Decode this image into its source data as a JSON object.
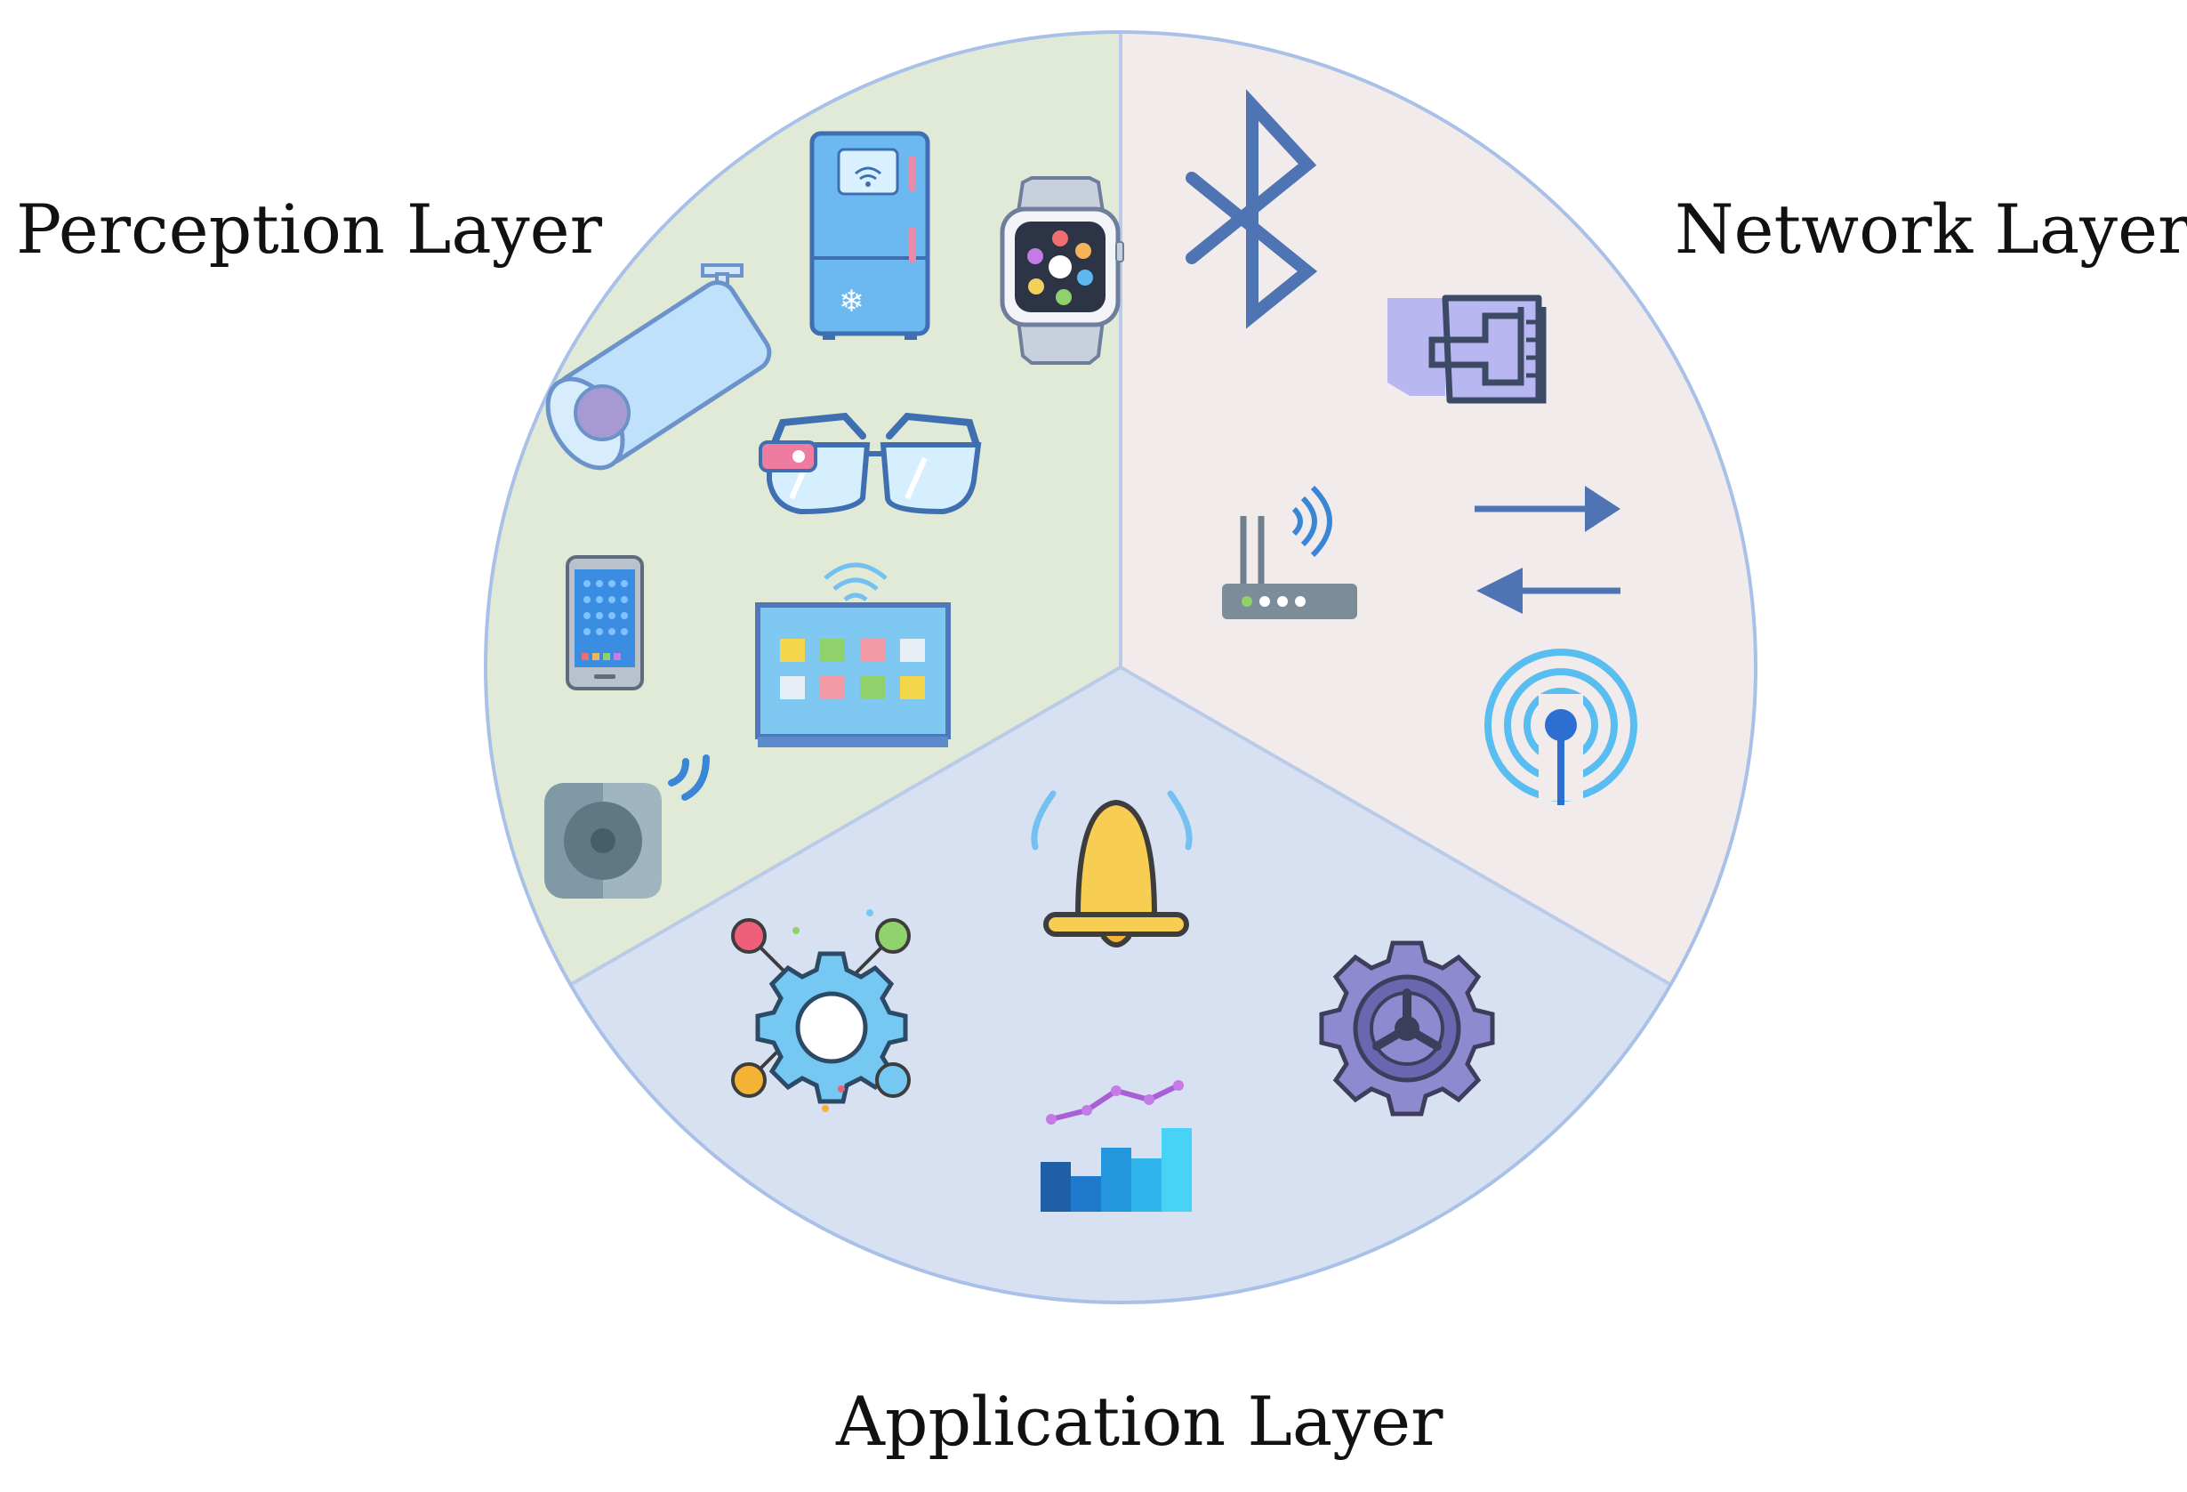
{
  "labels": {
    "perception": "Perception Layer",
    "network": "Network Layer",
    "application": "Application Layer"
  },
  "colors": {
    "perception_fill": "#e1ead7",
    "network_fill": "#f2ebeb",
    "application_fill": "#d7e1f1",
    "circle_border": "#a9c0e8"
  },
  "sections": {
    "perception": {
      "icons": [
        "security-camera-icon",
        "smart-fridge-icon",
        "smartwatch-icon",
        "smart-glasses-icon",
        "smartphone-icon",
        "smart-tv-icon",
        "smart-speaker-icon"
      ]
    },
    "network": {
      "icons": [
        "bluetooth-icon",
        "ethernet-port-icon",
        "wifi-router-icon",
        "data-transfer-arrows-icon",
        "signal-tower-icon"
      ]
    },
    "application": {
      "icons": [
        "notification-bell-icon",
        "gear-network-icon",
        "settings-gear-icon",
        "analytics-chart-icon"
      ]
    }
  }
}
